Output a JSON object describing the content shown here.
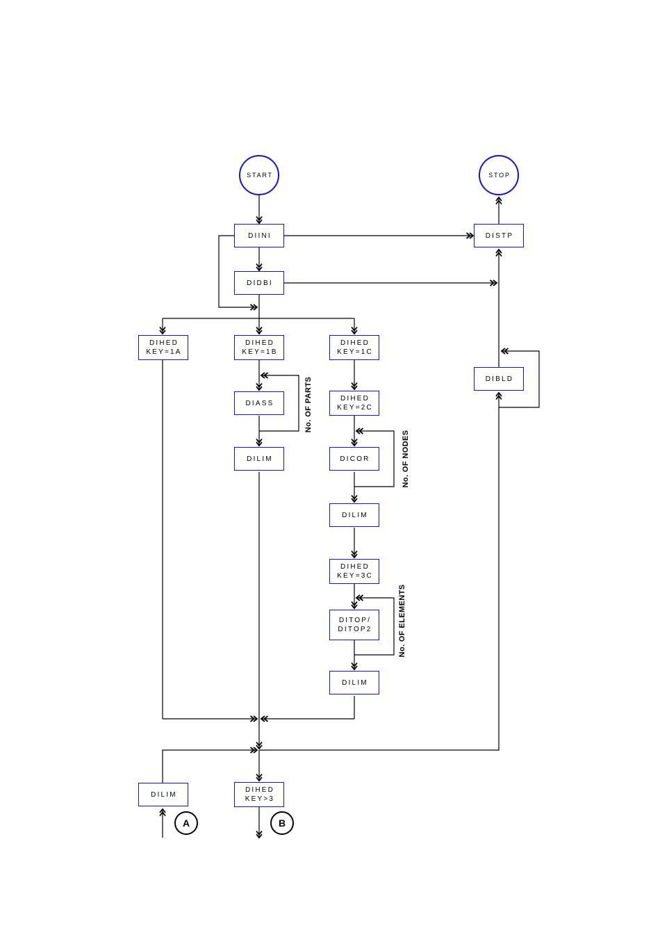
{
  "diagram": {
    "colors": {
      "node_border": "#1212d2",
      "line": "#000000",
      "text": "#000000"
    },
    "terminators": {
      "start": {
        "label": "START"
      },
      "stop": {
        "label": "STOP"
      },
      "connector_a": {
        "label": "A"
      },
      "connector_b": {
        "label": "B"
      }
    },
    "nodes": {
      "diini": {
        "label": "DIINI"
      },
      "distp": {
        "label": "DISTP"
      },
      "didbi": {
        "label": "DIDBI"
      },
      "dihed_key1a": {
        "line1": "DIHED",
        "line2": "KEY=1A"
      },
      "dihed_key1b": {
        "line1": "DIHED",
        "line2": "KEY=1B"
      },
      "dihed_key1c": {
        "line1": "DIHED",
        "line2": "KEY=1C"
      },
      "dibld": {
        "label": "DIBLD"
      },
      "diass": {
        "label": "DIASS"
      },
      "dihed_key2c": {
        "line1": "DIHED",
        "line2": "KEY=2C"
      },
      "dilim_parts": {
        "label": "DILIM"
      },
      "dicor": {
        "label": "DICOR"
      },
      "dilim_nodes": {
        "label": "DILIM"
      },
      "dihed_key3c": {
        "line1": "DIHED",
        "line2": "KEY=3C"
      },
      "ditop": {
        "line1": "DITOP/",
        "line2": "DITOP2"
      },
      "dilim_elements": {
        "label": "DILIM"
      },
      "dilim_bottom": {
        "label": "DILIM"
      },
      "dihed_keygt3": {
        "line1": "DIHED",
        "line2": "KEY>3"
      }
    },
    "loop_labels": {
      "parts": "No. OF PARTS",
      "nodes": "No. OF NODES",
      "elements": "No. OF ELEMENTS"
    }
  }
}
